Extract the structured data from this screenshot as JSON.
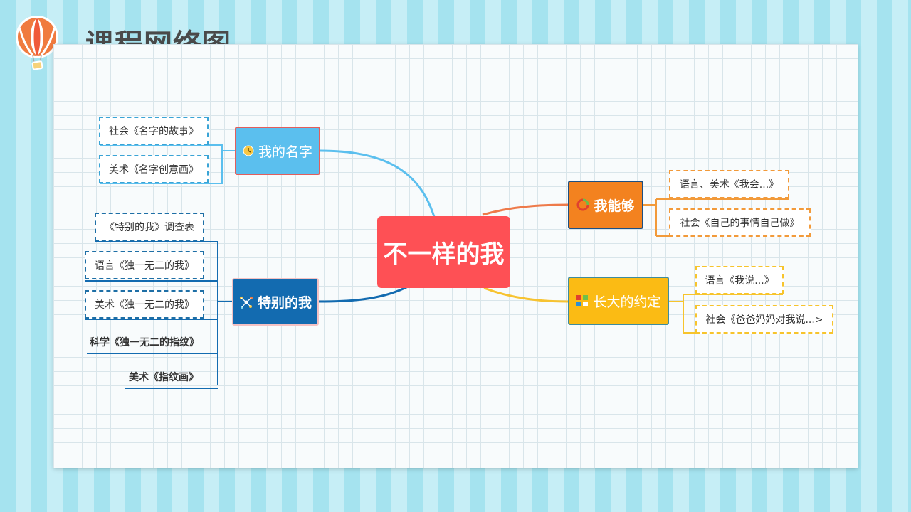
{
  "title": "课程网络图",
  "center": "不一样的我",
  "branches": {
    "name": {
      "label": "我的名字",
      "icon": "clock-icon",
      "color": "#5bbfee",
      "border": "#e35d5b",
      "line": "#5bbfee",
      "leaves": [
        "社会《名字的故事》",
        "美术《名字创意画》"
      ]
    },
    "special": {
      "label": "特别的我",
      "icon": "molecule-icon",
      "color": "#136bb0",
      "border": "#f4c1c3",
      "line": "#136bb0",
      "leaves": [
        "《特别的我》调查表",
        "语言《独一无二的我》",
        "美术《独一无二的我》",
        "科学《独一无二的指纹》",
        "美术《指纹画》"
      ]
    },
    "can": {
      "label": "我能够",
      "icon": "refresh-icon",
      "color": "#f3821f",
      "border": "#1d4f82",
      "line": "#ee7a4a",
      "leaves": [
        "语言、美术《我会...》",
        "社会《自己的事情自己做》"
      ]
    },
    "grow": {
      "label": "长大的约定",
      "icon": "grid-icon",
      "color": "#fbbb14",
      "border": "#3e8c9e",
      "line": "#f7c331",
      "leaves": [
        "语言《我说...》",
        "社会《爸爸妈妈对我说...>"
      ]
    }
  }
}
